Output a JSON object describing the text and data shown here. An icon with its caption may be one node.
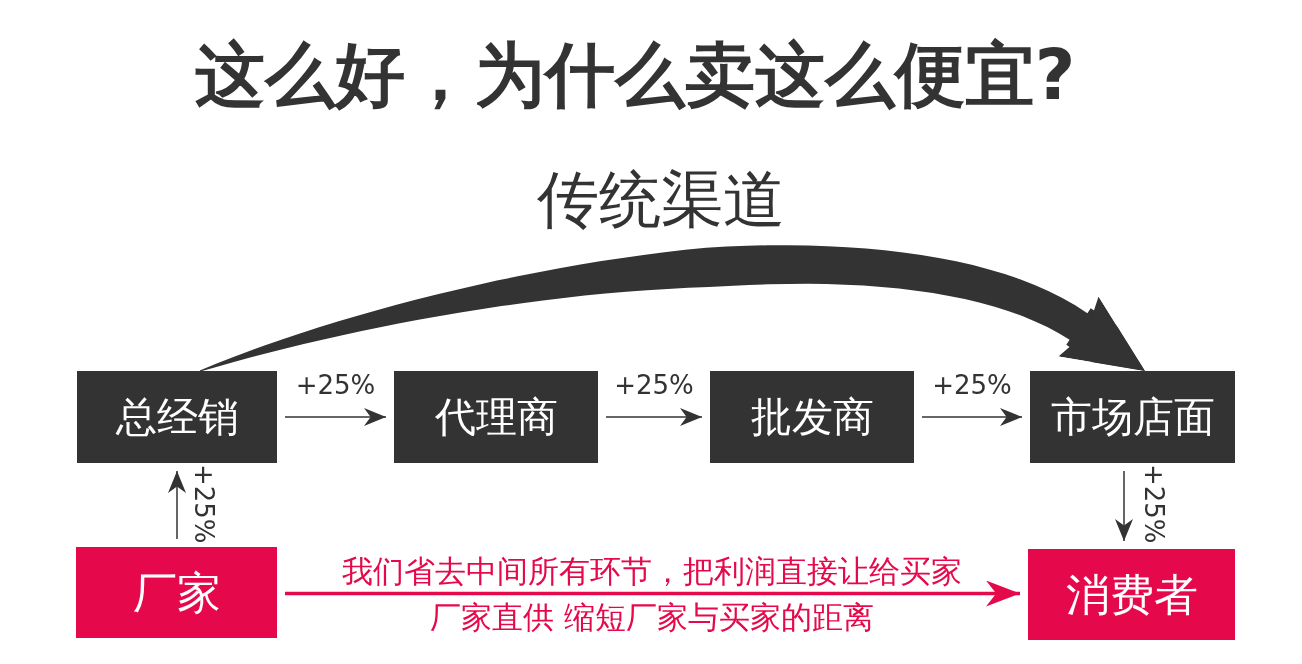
{
  "diagram": {
    "title": "这么好，为什么卖这么便宜?",
    "nodes": [
      {
        "text": [
          "总经销"
        ]
      },
      {
        "text": [
          "代理商"
        ]
      },
      {
        "text": [
          "批发商"
        ]
      },
      {
        "text": [
          "市场店面"
        ]
      },
      {
        "text": [
          "厂家"
        ]
      },
      {
        "text": [
          "消费者"
        ]
      }
    ],
    "edges": [
      {
        "from": 0,
        "to": 1,
        "arrow": "to",
        "label": "+25%"
      },
      {
        "from": 1,
        "to": 2,
        "arrow": "to",
        "label": "+25%"
      },
      {
        "from": 2,
        "to": 3,
        "arrow": "to",
        "label": "+25%"
      },
      {
        "from": 4,
        "to": 0,
        "arrow": "to",
        "label": "+25%"
      },
      {
        "from": 3,
        "to": 5,
        "arrow": "to",
        "label": "+25%"
      },
      {
        "from": 0,
        "to": 3,
        "arrow": "to",
        "label": "传统渠道",
        "style": "thick"
      },
      {
        "from": 4,
        "to": 5,
        "arrow": "to",
        "label": "我们省去中间所有环节，把利润直接让给买家",
        "style": "thick",
        "color": "#e5084a"
      }
    ],
    "labels": [
      "厂家直供 缩短厂家与买家的距离"
    ]
  }
}
